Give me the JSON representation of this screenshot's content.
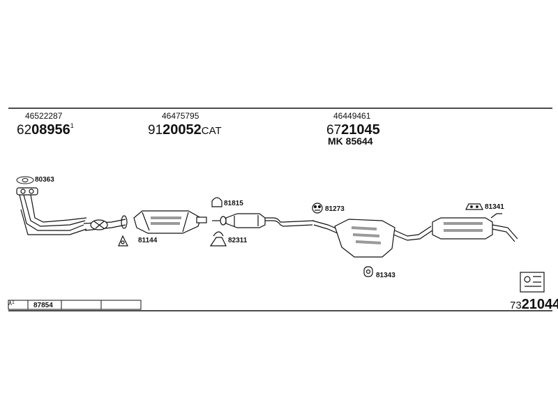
{
  "header": {
    "col1": {
      "oe": "46522287",
      "prefix": "62",
      "main": "08956",
      "suffix": "1"
    },
    "col2": {
      "oe": "46475795",
      "prefix": "91",
      "main": "20052",
      "suffix": "CAT"
    },
    "col3": {
      "oe": "46449461",
      "prefix": "67",
      "main": "21045",
      "mk": "MK 85644"
    }
  },
  "parts": {
    "p80363": "80363",
    "p81144": "81144",
    "p81815": "81815",
    "p82311": "82311",
    "p81273": "81273",
    "p81343": "81343",
    "p81341": "81341"
  },
  "footer": {
    "lambda_symbol": "λ",
    "lambda_sup": "1",
    "lambda_part": "87854",
    "kit_prefix": "73",
    "kit_main": "21044"
  },
  "colors": {
    "ink": "#111111",
    "shade": "#9a9a9a"
  }
}
